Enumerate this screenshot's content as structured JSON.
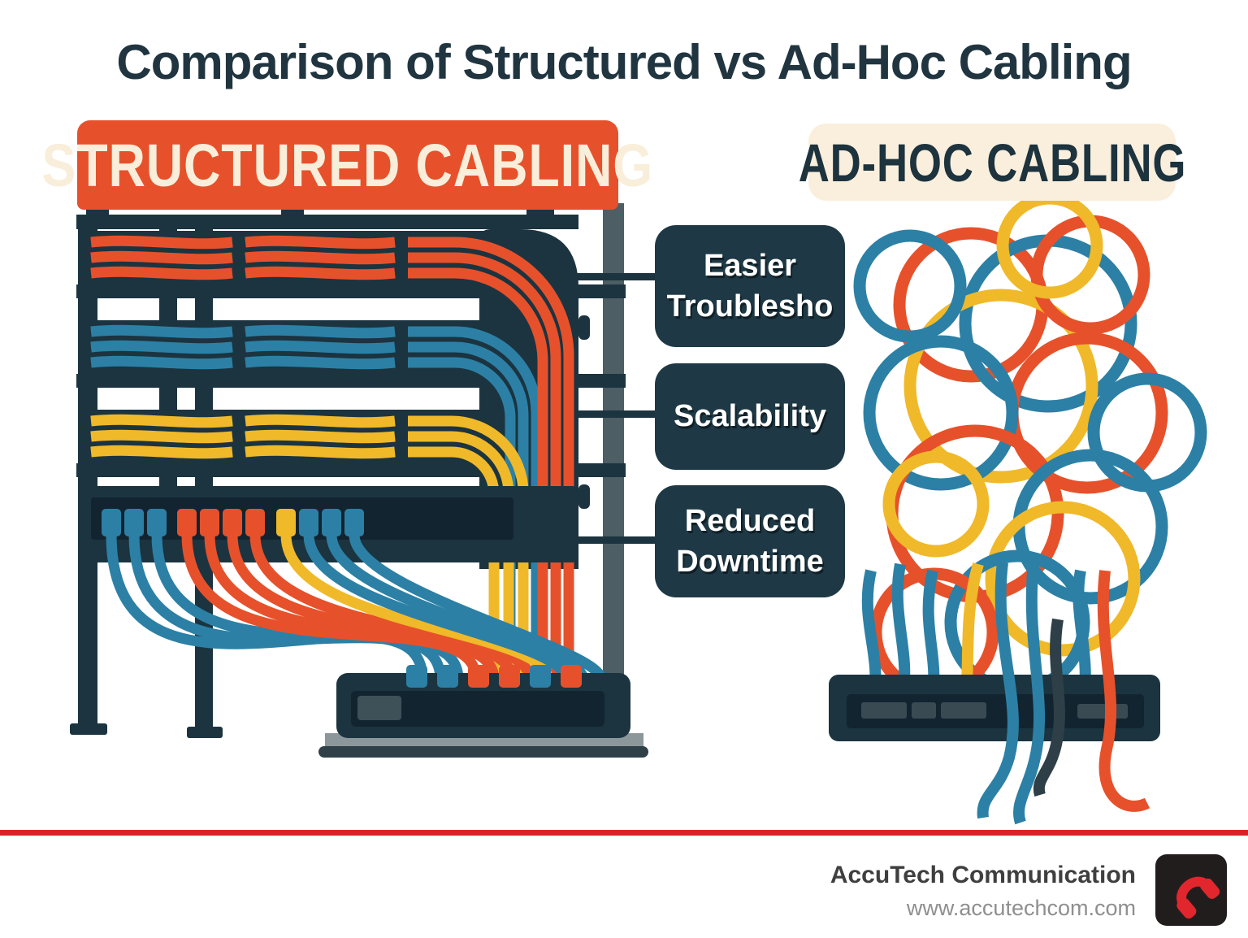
{
  "title": "Comparison of Structured vs Ad-Hoc Cabling",
  "structured": {
    "banner": "STRUCTURED CABLING"
  },
  "adhoc": {
    "banner": "AD-HOC CABLING"
  },
  "benefits": [
    {
      "label": "Easier Troublesho",
      "line1": "Easier",
      "line2": "Troublesho"
    },
    {
      "label": "Scalability",
      "line1": "Scalability",
      "line2": ""
    },
    {
      "label": "Reduced Downtime",
      "line1": "Reduced",
      "line2": "Downtime"
    }
  ],
  "footer": {
    "company": "AccuTech Communication",
    "website": "www.accutechcom.com",
    "logo_icon": "phone-icon"
  },
  "colors": {
    "structured_banner_bg": "#E6512B",
    "structured_banner_text": "#F8EEDA",
    "adhoc_banner_bg": "#FAEFDC",
    "adhoc_banner_text": "#1D333E",
    "badge_bg": "#1E3945",
    "badge_text": "#FFFFFF",
    "rack_frame": "#1B3440",
    "cable_orange": "#E6512B",
    "cable_blue": "#2C80A5",
    "cable_yellow": "#F0B929",
    "rule_red": "#D8232A",
    "logo_bg": "#221D1D",
    "logo_phone": "#E1262D"
  }
}
